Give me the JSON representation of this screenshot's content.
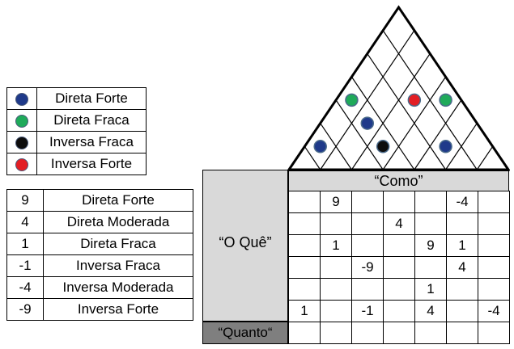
{
  "legend_symbols": [
    {
      "label": "Direta Forte",
      "color": "#1f3a8a"
    },
    {
      "label": "Direta Fraca",
      "color": "#1faa5a"
    },
    {
      "label": "Inversa Fraca",
      "color": "#0d0d0d"
    },
    {
      "label": "Inversa Forte",
      "color": "#e31e24"
    }
  ],
  "legend_values": [
    {
      "value": "9",
      "label": "Direta Forte"
    },
    {
      "value": "4",
      "label": "Direta Moderada"
    },
    {
      "value": "1",
      "label": "Direta Fraca"
    },
    {
      "value": "-1",
      "label": "Inversa Fraca"
    },
    {
      "value": "-4",
      "label": "Inversa Moderada"
    },
    {
      "value": "-9",
      "label": "Inversa Forte"
    }
  ],
  "headers": {
    "como": "“Como”",
    "oque": "“O Quê”",
    "quanto": "“Quanto“"
  },
  "matrix": [
    [
      "",
      "9",
      "",
      "",
      "",
      "-4",
      ""
    ],
    [
      "",
      "",
      "",
      "4",
      "",
      "",
      ""
    ],
    [
      "",
      "1",
      "",
      "",
      "9",
      "1",
      ""
    ],
    [
      "",
      "",
      "-9",
      "",
      "",
      "4",
      ""
    ],
    [
      "",
      "",
      "",
      "",
      "1",
      "",
      ""
    ],
    [
      "1",
      "",
      "-1",
      "",
      "4",
      "",
      "-4"
    ],
    [
      "",
      "",
      "",
      "",
      "",
      "",
      ""
    ]
  ],
  "roof_correlations": [
    {
      "pair": [
        3,
        4
      ],
      "type": "Inversa Fraca",
      "color": "#0d0d0d"
    },
    {
      "pair": [
        2,
        4
      ],
      "type": "Direta Forte",
      "color": "#1f3a8a"
    },
    {
      "pair": [
        1,
        4
      ],
      "type": "Direta Fraca",
      "color": "#1faa5a"
    },
    {
      "pair": [
        3,
        6
      ],
      "type": "Inversa Forte",
      "color": "#e31e24"
    },
    {
      "pair": [
        4,
        7
      ],
      "type": "Direta Fraca",
      "color": "#1faa5a"
    },
    {
      "pair": [
        1,
        2
      ],
      "type": "Direta Forte",
      "color": "#1f3a8a"
    },
    {
      "pair": [
        5,
        6
      ],
      "type": "Direta Forte",
      "color": "#1f3a8a"
    }
  ]
}
